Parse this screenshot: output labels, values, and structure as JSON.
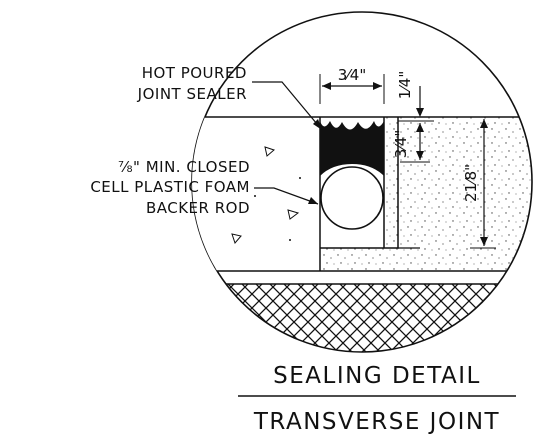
{
  "labels": {
    "sealer_line1": "HOT POURED",
    "sealer_line2": "JOINT SEALER",
    "backer_line1": "⅞\" MIN. CLOSED",
    "backer_line2": "CELL PLASTIC FOAM",
    "backer_line3": "BACKER ROD"
  },
  "dimensions": {
    "joint_width": "3⁄4\"",
    "recess_depth": "1⁄4\"",
    "sealer_depth": "3⁄4\"",
    "total_depth": "21⁄8\""
  },
  "title": {
    "line1": "SEALING DETAIL",
    "line2": "TRANSVERSE JOINT"
  }
}
